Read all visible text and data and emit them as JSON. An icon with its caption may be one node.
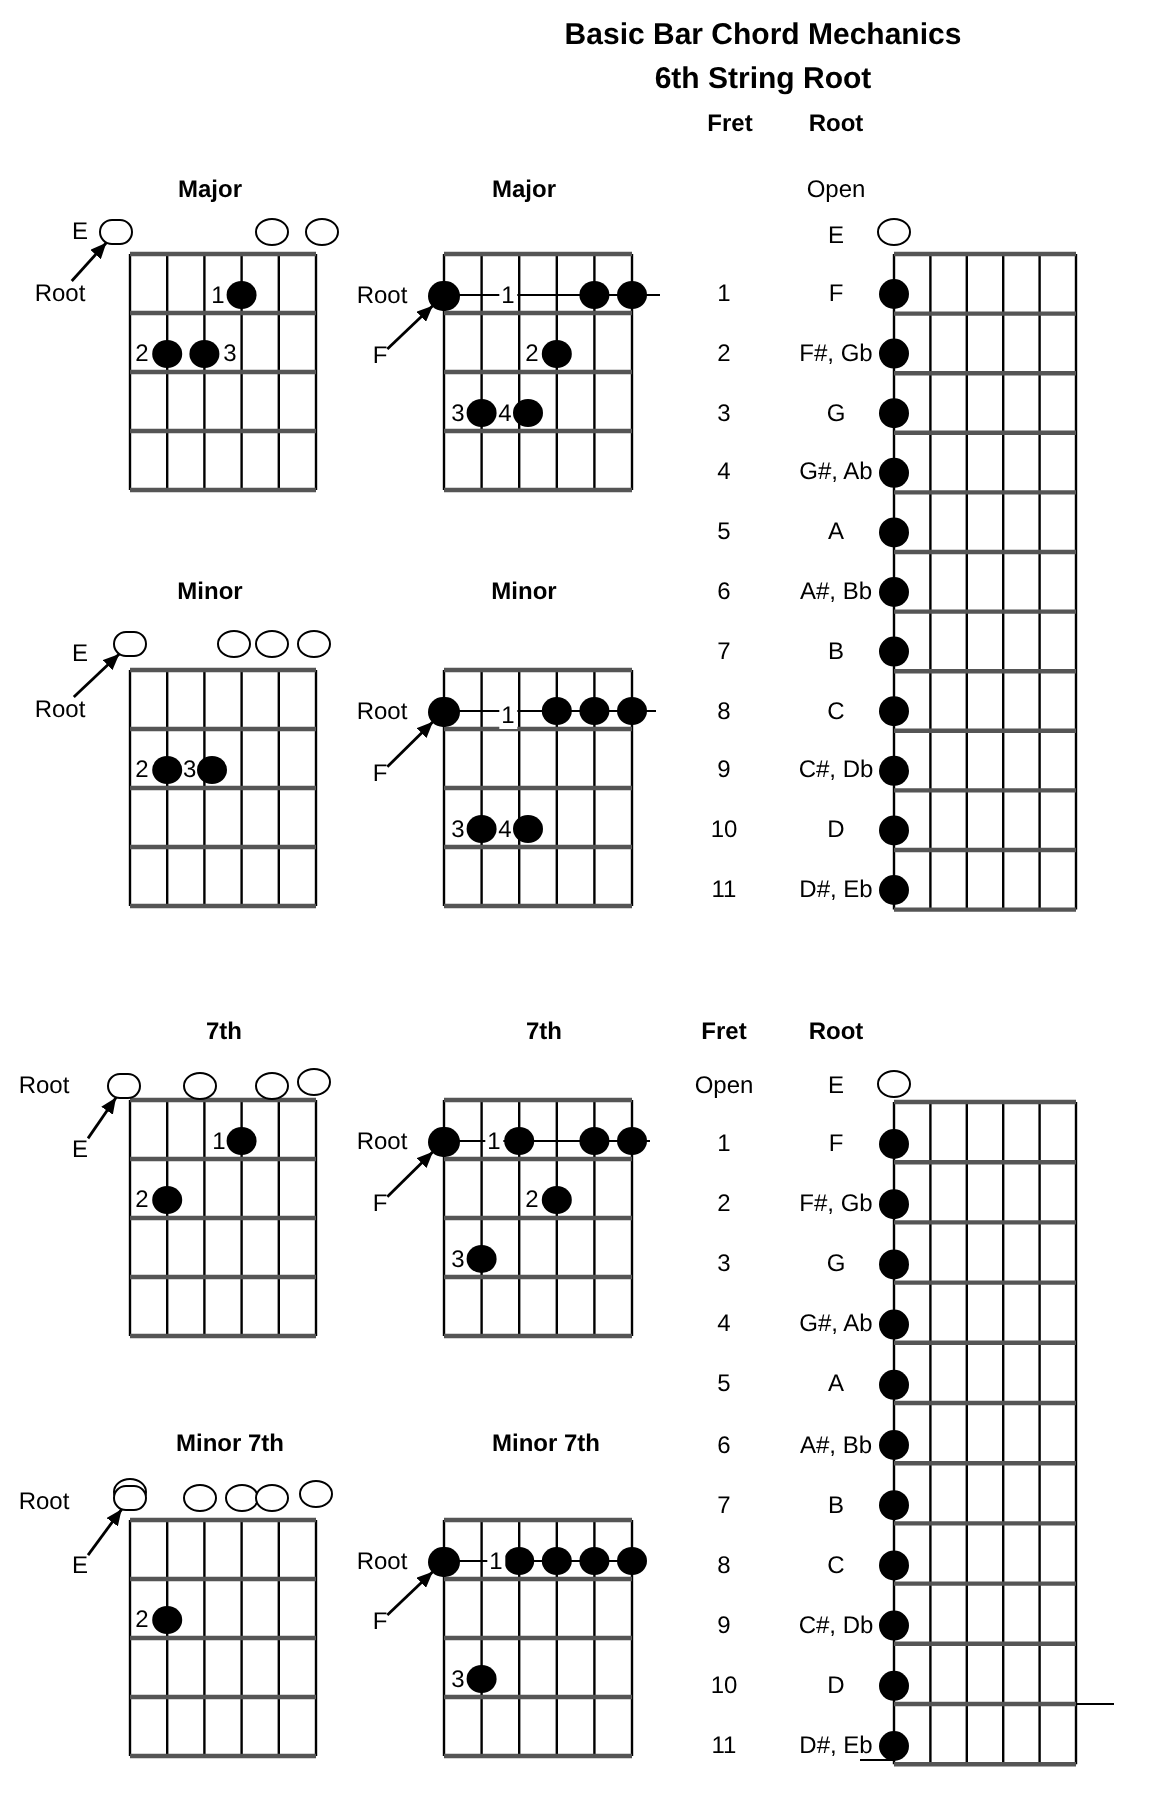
{
  "diagram": {
    "title": "Basic Bar Chord Mechanics 6th String Root",
    "nodes": [
      {
        "text": [
          "Root"
        ]
      },
      {
        "text": [],
        "shape": "circle"
      },
      {
        "text": [
          "F"
        ]
      },
      {
        "text": [],
        "shape": "circle"
      },
      {
        "text": [
          "Root"
        ]
      },
      {
        "text": [],
        "shape": "circle"
      },
      {
        "text": [
          "F"
        ]
      },
      {
        "text": [],
        "shape": "circle"
      },
      {
        "text": [
          "E"
        ]
      },
      {
        "text": [],
        "shape": "circle"
      },
      {
        "text": [
          "F"
        ]
      },
      {
        "text": [],
        "shape": "circle"
      },
      {
        "text": [
          "E"
        ]
      },
      {
        "text": [],
        "shape": "circle"
      },
      {
        "text": [
          "F"
        ]
      },
      {
        "text": [],
        "shape": "circle"
      }
    ],
    "edges": [
      {
        "from": 0,
        "to": 1,
        "arrow": "to"
      },
      {
        "from": 2,
        "to": 3,
        "arrow": "to"
      },
      {
        "from": 4,
        "to": 5,
        "arrow": "to"
      },
      {
        "from": 6,
        "to": 7,
        "arrow": "to"
      },
      {
        "from": 8,
        "to": 9,
        "arrow": "to"
      },
      {
        "from": 10,
        "to": 11,
        "arrow": "to"
      },
      {
        "from": 12,
        "to": 13,
        "arrow": "to"
      },
      {
        "from": 14,
        "to": 15,
        "arrow": "to"
      }
    ],
    "labels": [
      "Major",
      "E",
      "1",
      "2",
      "3",
      "Major",
      "Root",
      "1",
      "2",
      "3",
      "4",
      "Minor",
      "E",
      "2",
      "3",
      "Minor",
      "Root",
      "1",
      "3",
      "4",
      "7th",
      "Root",
      "1",
      "2",
      "7th",
      "Root",
      "1",
      "2",
      "3",
      "Minor 7th",
      "Root",
      "2",
      "Minor 7th",
      "Root",
      "1",
      "3",
      "Fret",
      "Root",
      "Open",
      "E",
      "1",
      "F",
      "2",
      "F#, Gb",
      "3",
      "G",
      "4",
      "G#, Ab",
      "5",
      "A",
      "6",
      "A#, Bb",
      "7",
      "B",
      "8",
      "C",
      "9",
      "C#, Db",
      "10",
      "D",
      "11",
      "D#, Eb",
      "Fret",
      "Root",
      "Open",
      "E",
      "1",
      "F",
      "2",
      "F#, Gb",
      "3",
      "G",
      "4",
      "G#, Ab",
      "5",
      "A",
      "6",
      "A#, Bb",
      "7",
      "B",
      "8",
      "C",
      "9",
      "C#, Db",
      "10",
      "D",
      "11",
      "D#, Eb"
    ]
  }
}
